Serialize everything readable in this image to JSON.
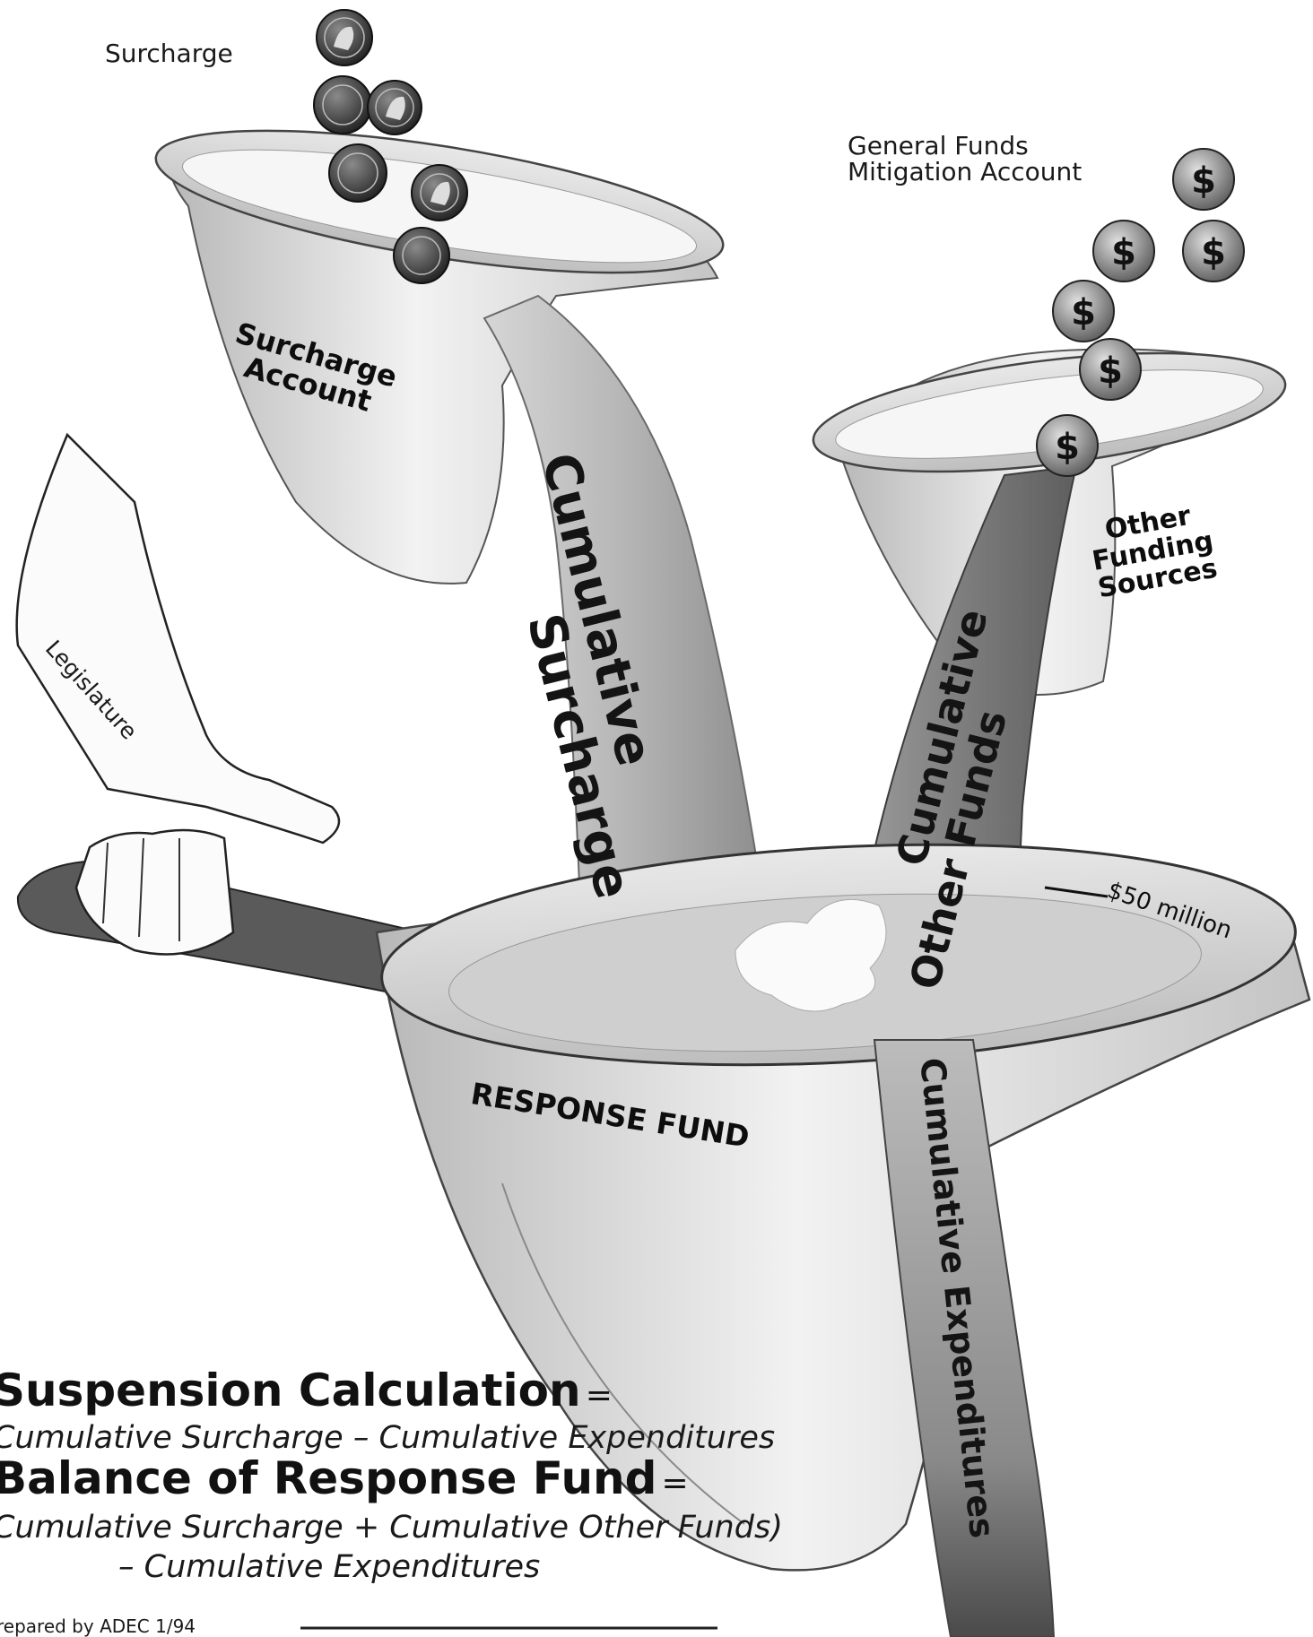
{
  "labels": {
    "surcharge": "Surcharge",
    "general_funds_line1": "General Funds",
    "general_funds_line2": "Mitigation Account",
    "surcharge_account_line1": "Surcharge",
    "surcharge_account_line2": "Account",
    "cumulative_surcharge_line1": "Cumulative",
    "cumulative_surcharge_line2": "Surcharge",
    "cumulative_other_line1": "Cumulative",
    "cumulative_other_line2": "Other Funds",
    "other_funding_line1": "Other",
    "other_funding_line2": "Funding",
    "other_funding_line3": "Sources",
    "legislature": "Legislature",
    "threshold": "$50 million",
    "response_fund": "RESPONSE FUND",
    "cumulative_expenditures": "Cumulative Expenditures",
    "dollar_symbol": "$"
  },
  "formulas": {
    "suspension_title": "Suspension Calculation",
    "suspension_equals": "=",
    "suspension_expr": "Cumulative Surcharge – Cumulative Expenditures",
    "balance_title": "Balance of Response Fund",
    "balance_equals": "=",
    "balance_expr_line1": "Cumulative Surcharge + Cumulative Other Funds)",
    "balance_expr_line2": "– Cumulative Expenditures"
  },
  "footer": {
    "credit": "repared by ADEC 1/94"
  },
  "colors": {
    "bowl_fill": "#ececec",
    "bowl_shade": "#b4b4b4",
    "stream_light": "#c8c8c8",
    "stream_dark": "#6e6e6e",
    "coin": "#3a3a3a",
    "outline": "#2a2a2a"
  }
}
